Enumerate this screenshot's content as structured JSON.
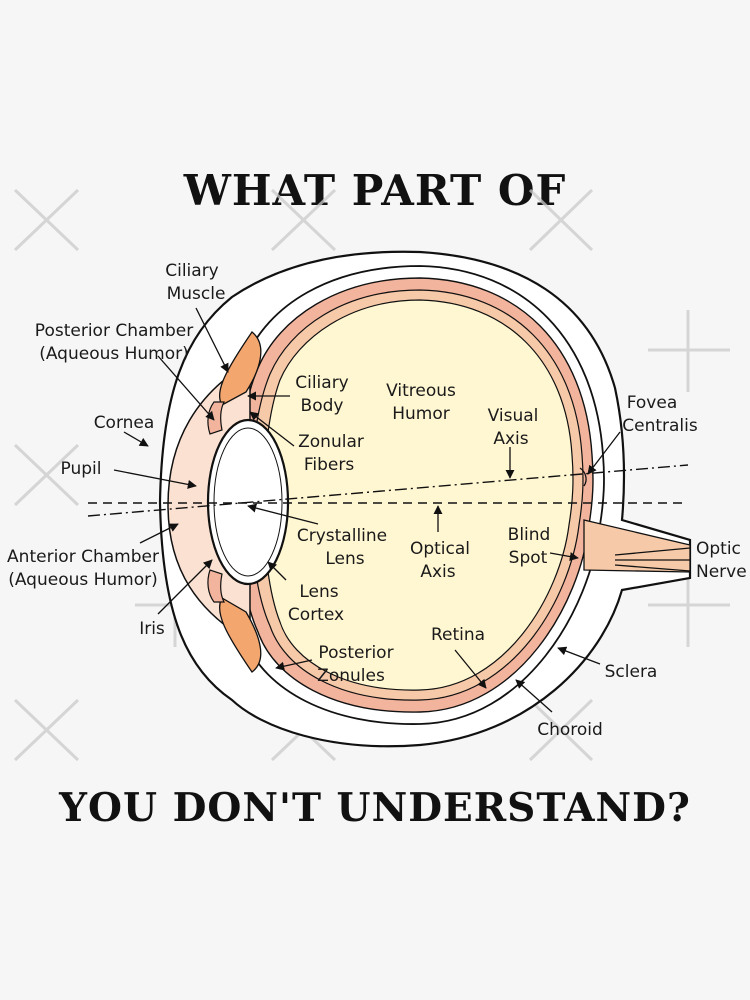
{
  "headline": {
    "top": "WHAT PART OF",
    "bottom": "YOU DON'T UNDERSTAND?"
  },
  "labels": {
    "ciliary_muscle": [
      "Ciliary",
      "Muscle"
    ],
    "posterior_chamber": [
      "Posterior Chamber",
      "(Aqueous Humor)"
    ],
    "cornea": [
      "Cornea"
    ],
    "pupil": [
      "Pupil"
    ],
    "anterior_chamber": [
      "Anterior Chamber",
      "(Aqueous Humor)"
    ],
    "iris": [
      "Iris"
    ],
    "ciliary_body": [
      "Ciliary",
      "Body"
    ],
    "zonular_fibers": [
      "Zonular",
      "Fibers"
    ],
    "crystalline_lens": [
      "Crystalline",
      "Lens"
    ],
    "lens_cortex": [
      "Lens",
      "Cortex"
    ],
    "posterior_zonules": [
      "Posterior",
      "Zonules"
    ],
    "vitreous_humor": [
      "Vitreous",
      "Humor"
    ],
    "visual_axis": [
      "Visual",
      "Axis"
    ],
    "optical_axis": [
      "Optical",
      "Axis"
    ],
    "blind_spot": [
      "Blind",
      "Spot"
    ],
    "retina": [
      "Retina"
    ],
    "fovea_centralis": [
      "Fovea",
      "Centralis"
    ],
    "optic_nerve": [
      "Optic",
      "Nerve"
    ],
    "sclera": [
      "Sclera"
    ],
    "choroid": [
      "Choroid"
    ]
  },
  "colors": {
    "vitreous": "#fff6d2",
    "choroid": "#f3b49d",
    "retina": "#f6c9a8",
    "ciliary": "#f4a66f",
    "anterior": "#fbe1d2",
    "outline": "#111111"
  }
}
